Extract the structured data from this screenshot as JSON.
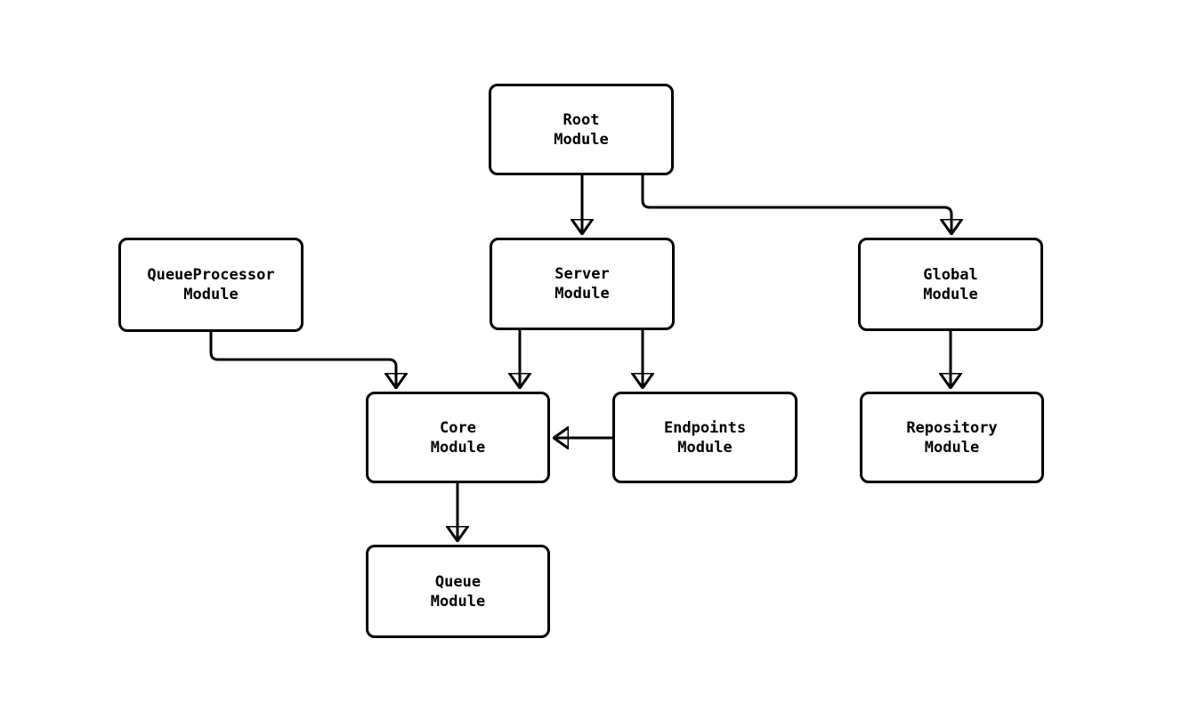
{
  "diagram": {
    "type": "flowchart",
    "direction": "top-down",
    "nodes": [
      {
        "id": "root",
        "label": "Root\nModule"
      },
      {
        "id": "server",
        "label": "Server\nModule"
      },
      {
        "id": "queueprocessor",
        "label": "QueueProcessor\nModule"
      },
      {
        "id": "global",
        "label": "Global\nModule"
      },
      {
        "id": "core",
        "label": "Core\nModule"
      },
      {
        "id": "endpoints",
        "label": "Endpoints\nModule"
      },
      {
        "id": "repository",
        "label": "Repository\nModule"
      },
      {
        "id": "queue",
        "label": "Queue\nModule"
      }
    ],
    "edges": [
      {
        "from": "Root Module",
        "to": "Server Module"
      },
      {
        "from": "Root Module",
        "to": "Global Module"
      },
      {
        "from": "QueueProcessor Module",
        "to": "Core Module"
      },
      {
        "from": "Server Module",
        "to": "Core Module"
      },
      {
        "from": "Server Module",
        "to": "Endpoints Module"
      },
      {
        "from": "Endpoints Module",
        "to": "Core Module"
      },
      {
        "from": "Global Module",
        "to": "Repository Module"
      },
      {
        "from": "Core Module",
        "to": "Queue Module"
      }
    ],
    "colors": {
      "background": "#ffffff",
      "node_fill": "#ffffff",
      "node_border": "#000000",
      "edge": "#000000"
    }
  }
}
